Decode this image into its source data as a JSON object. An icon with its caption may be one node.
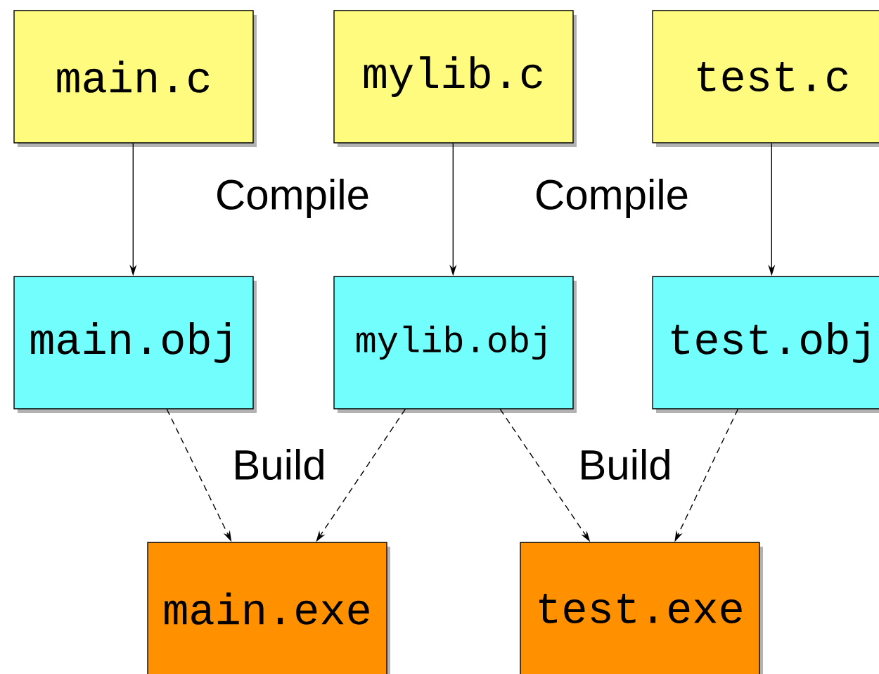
{
  "diagram": {
    "nodes": [
      {
        "text": [
          "main.c"
        ]
      },
      {
        "text": [
          "mylib.c"
        ]
      },
      {
        "text": [
          "test.c"
        ]
      },
      {
        "text": [
          "main.obj"
        ]
      },
      {
        "text": [
          "mylib.obj"
        ]
      },
      {
        "text": [
          "test.obj"
        ]
      },
      {
        "text": [
          "main.exe"
        ]
      },
      {
        "text": [
          "test.exe"
        ]
      }
    ],
    "edges": [
      {
        "from": 0,
        "to": 3,
        "arrow": "to"
      },
      {
        "from": 1,
        "to": 4,
        "arrow": "to"
      },
      {
        "from": 2,
        "to": 5,
        "arrow": "to"
      },
      {
        "from": 3,
        "to": 6,
        "arrow": "to",
        "style": "dashed"
      },
      {
        "from": 4,
        "to": 6,
        "arrow": "to",
        "style": "dashed"
      },
      {
        "from": 4,
        "to": 7,
        "arrow": "to",
        "style": "dashed"
      },
      {
        "from": 5,
        "to": 7,
        "arrow": "to",
        "style": "dashed"
      }
    ],
    "labels": [
      "Compile",
      "Compile",
      "Build",
      "Build"
    ]
  }
}
